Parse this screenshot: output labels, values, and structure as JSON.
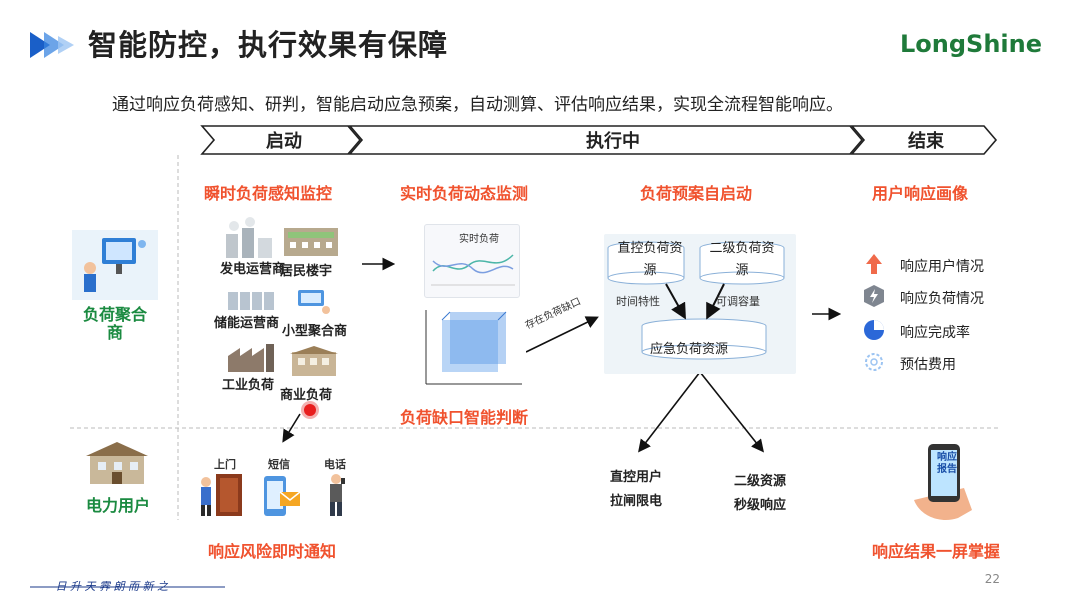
{
  "header": {
    "title": "智能防控，执行效果有保障",
    "logo": "LongShine",
    "subtitle": "通过响应负荷感知、研判，智能启动应急预案，自动测算、评估响应结果，实现全流程智能响应。"
  },
  "phases": [
    {
      "label": "启动"
    },
    {
      "label": "执行中"
    },
    {
      "label": "结束"
    }
  ],
  "actors": {
    "aggregator": "负荷聚合商",
    "power_user": "电力用户"
  },
  "stage1": {
    "heading": "瞬时负荷感知监控",
    "items": [
      "发电运营商",
      "居民楼宇",
      "储能运营商",
      "小型聚合商",
      "工业负荷",
      "商业负荷"
    ]
  },
  "stage2": {
    "heading": "实时负荷动态监测",
    "chart_title": "实时负荷",
    "gap_label": "存在负荷缺口",
    "heading2": "负荷缺口智能判断"
  },
  "stage3": {
    "heading": "负荷预案自启动",
    "source1": "直控负荷资源",
    "source2": "二级负荷资源",
    "edge1": "时间特性",
    "edge2": "可调容量",
    "target": "应急负荷资源",
    "out1_line1": "直控用户",
    "out1_line2": "拉闸限电",
    "out2_line1": "二级资源",
    "out2_line2": "秒级响应"
  },
  "stage4": {
    "heading": "用户响应画像",
    "items": [
      "响应用户情况",
      "响应负荷情况",
      "响应完成率",
      "预估费用"
    ],
    "phone_label": "响应报告",
    "bottom_heading": "响应结果一屏掌握"
  },
  "notify": {
    "heading": "响应风险即时通知",
    "channels": [
      "上门",
      "短信",
      "电话"
    ]
  },
  "footer": {
    "motto": "—— 日 升 天 霁   朗 而 新 之 ——",
    "page": "22"
  },
  "colors": {
    "accent_red": "#f0522e",
    "accent_green": "#1a8a40",
    "title_blue": "#1a5fc8"
  }
}
